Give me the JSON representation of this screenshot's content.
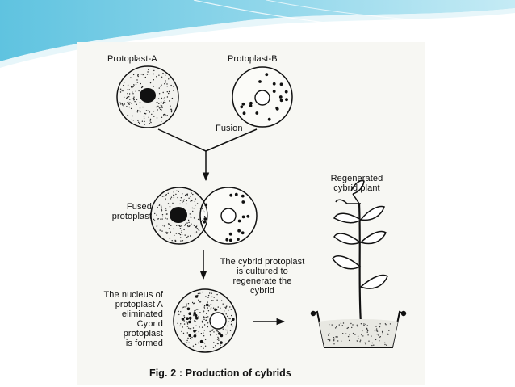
{
  "labels": {
    "protoplast_a": "Protoplast-A",
    "protoplast_b": "Protoplast-B",
    "fusion": "Fusion",
    "fused_line1": "Fused",
    "fused_line2": "protoplast",
    "regenerated_line1": "Regenerated",
    "regenerated_line2": "cybrid plant",
    "cultured_line1": "The cybrid protoplast",
    "cultured_line2": "is cultured to",
    "cultured_line3": "regenerate the",
    "cultured_line4": "cybrid",
    "nucleus_line1": "The nucleus of",
    "nucleus_line2": "protoplast A",
    "nucleus_line3": "eliminated",
    "nucleus_line4": "Cybrid",
    "nucleus_line5": "protoplast",
    "nucleus_line6": "is formed"
  },
  "caption": "Fig. 2 : Production of cybrids",
  "colors": {
    "header_teal": "#7ecfe6",
    "header_light": "#d6f0f8",
    "ink": "#111111",
    "panel": "#f7f7f3"
  }
}
